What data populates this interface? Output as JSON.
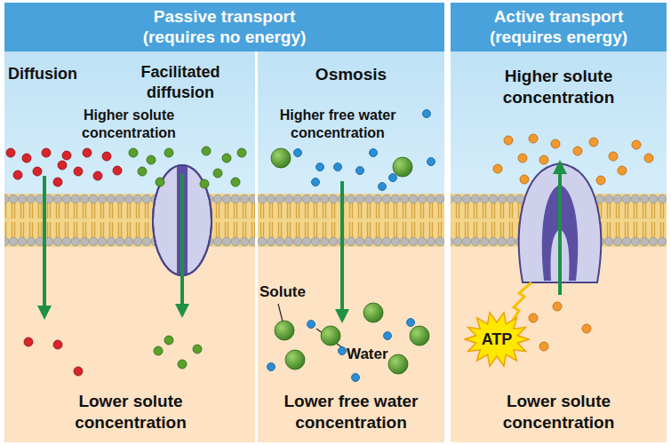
{
  "diagram": {
    "nodes": [
      {
        "text": [
          "Passive transport (requires no energy)"
        ]
      },
      {
        "text": [
          "Active transport (requires energy)"
        ]
      },
      {
        "text": [
          "Diffusion",
          "Facilitated diffusion",
          "Higher solute concentration",
          "Lower solute concentration"
        ]
      },
      {
        "text": [
          "Osmosis",
          "Higher free water concentration",
          "Lower free water concentration"
        ]
      },
      {
        "text": [
          "Higher solute concentration",
          "Lower solute concentration"
        ]
      },
      {
        "text": [
          "ATP"
        ],
        "in": 4
      }
    ],
    "labels": [
      "Solute",
      "Water"
    ]
  }
}
